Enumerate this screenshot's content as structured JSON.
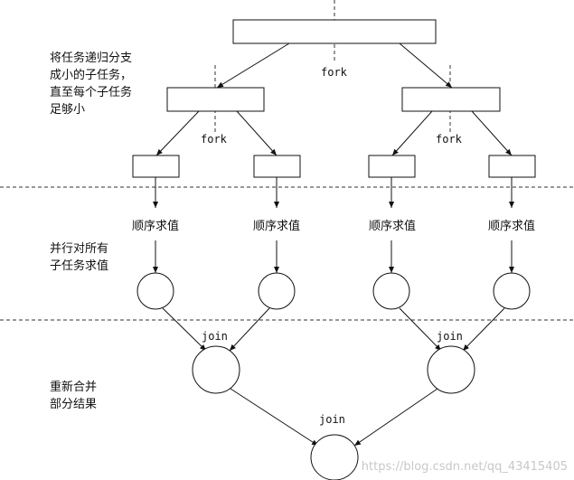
{
  "side_labels": {
    "split": "将任务递归分支\n成小的子任务，\n直至每个子任务\n足够小",
    "compute": "并行对所有\n子任务求值",
    "combine": "重新合并\n部分结果"
  },
  "labels": {
    "fork": "fork",
    "join": "join",
    "sequential": "顺序求值"
  },
  "watermark": "https://blog.csdn.net/qq_43415405"
}
